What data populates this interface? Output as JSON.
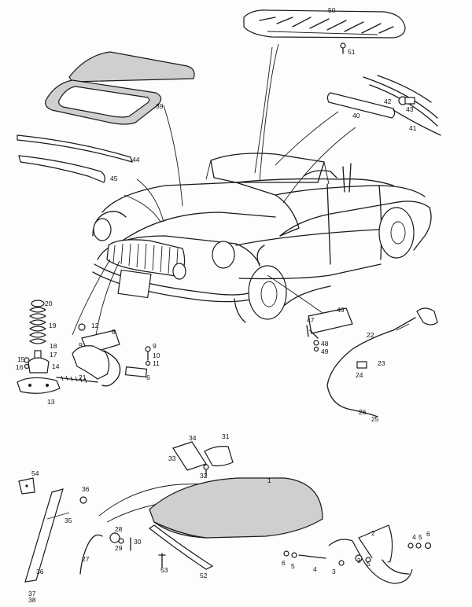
{
  "callouts": [
    "1",
    "2",
    "3",
    "4",
    "5",
    "6",
    "8",
    "9",
    "10",
    "11",
    "12",
    "13",
    "14",
    "15",
    "16",
    "17",
    "18",
    "19",
    "20",
    "21",
    "22",
    "23",
    "24",
    "25",
    "26",
    "27",
    "28",
    "29",
    "30",
    "31",
    "32",
    "33",
    "34",
    "35",
    "36",
    "37",
    "38",
    "39",
    "40",
    "41",
    "42",
    "43",
    "44",
    "45",
    "46",
    "47",
    "48",
    "49",
    "50",
    "51",
    "52",
    "53",
    "54"
  ]
}
